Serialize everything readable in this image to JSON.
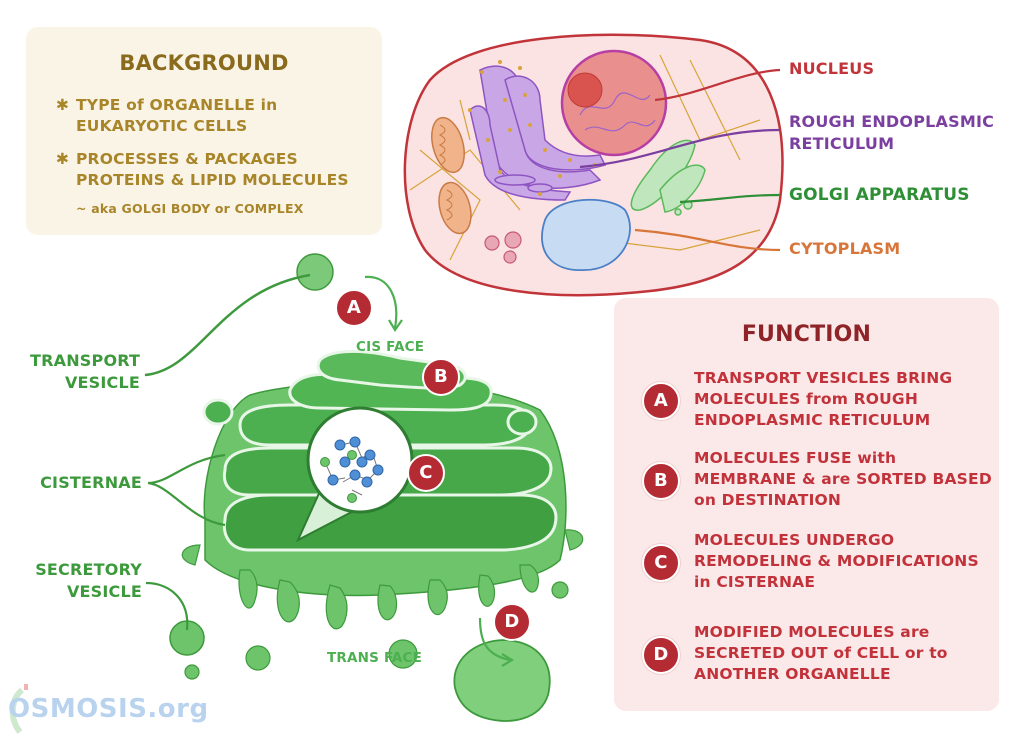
{
  "background": {
    "title": "BACKGROUND",
    "bullet_symbol": "✱",
    "bullets": [
      "TYPE of ORGANELLE in EUKARYOTIC CELLS",
      "PROCESSES & PACKAGES PROTEINS & LIPID MOLECULES"
    ],
    "aka": "~  aka GOLGI BODY or COMPLEX"
  },
  "cell_diagram": {
    "labels": {
      "nucleus": "NUCLEUS",
      "rer": "ROUGH ENDOPLASMIC RETICULUM",
      "golgi": "GOLGI APPARATUS",
      "cytoplasm": "CYTOPLASM"
    },
    "colors": {
      "nucleus": "#c0343a",
      "rer": "#7b3fa0",
      "golgi": "#2f8f36",
      "cytoplasm": "#d8763a"
    }
  },
  "golgi_diagram": {
    "labels": {
      "transport_vesicle": "TRANSPORT VESICLE",
      "cisternae": "CISTERNAE",
      "secretory_vesicle": "SECRETORY VESICLE",
      "cis_face": "CIS FACE",
      "trans_face": "TRANS FACE"
    },
    "markers": [
      "A",
      "B",
      "C",
      "D"
    ]
  },
  "function": {
    "title": "FUNCTION",
    "items": [
      {
        "letter": "A",
        "text": "TRANSPORT VESICLES BRING MOLECULES from ROUGH ENDOPLASMIC RETICULUM"
      },
      {
        "letter": "B",
        "text": "MOLECULES FUSE with MEMBRANE & are SORTED BASED on DESTINATION"
      },
      {
        "letter": "C",
        "text": "MOLECULES UNDERGO REMODELING & MODIFICATIONS in CISTERNAE"
      },
      {
        "letter": "D",
        "text": "MODIFIED MOLECULES are SECRETED OUT of CELL or to ANOTHER ORGANELLE"
      }
    ]
  },
  "branding": {
    "logo": "OSMOSIS.org"
  },
  "theme": {
    "accent_red": "#b52b33",
    "golgi_green": "#4caf50",
    "background_card": "#f9f4e6",
    "function_card": "#fbe8e8"
  }
}
